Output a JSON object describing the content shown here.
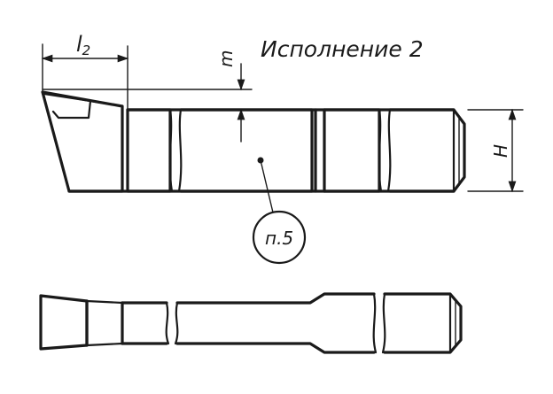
{
  "diagram": {
    "title": "Исполнение 2",
    "dimension_l2": "l",
    "dimension_l2_sub": "2",
    "dimension_m": "m",
    "dimension_h": "H",
    "callout": "п.5"
  }
}
